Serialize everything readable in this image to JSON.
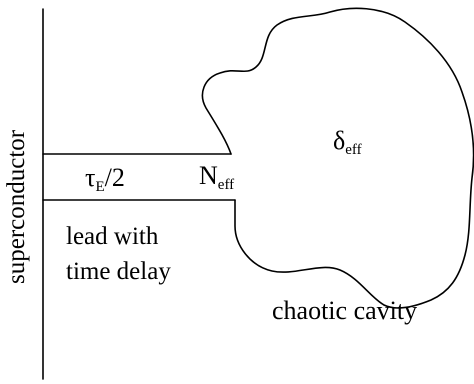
{
  "diagram": {
    "labels": {
      "superconductor": "superconductor",
      "tau_main": "τ",
      "tau_sub": "E",
      "tau_rest": "/2",
      "n_main": "N",
      "n_sub": "eff",
      "delta_main": "δ",
      "delta_sub": "eff",
      "lead_line1": "lead with",
      "lead_line2": "time delay",
      "cavity": "chaotic cavity"
    },
    "colors": {
      "stroke": "#000000",
      "background": "#ffffff"
    }
  }
}
